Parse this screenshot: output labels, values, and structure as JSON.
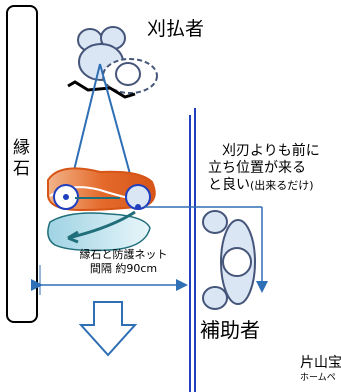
{
  "labels": {
    "curb_side": "縁石",
    "operator": "刈払者",
    "assistant": "補助者",
    "position_note": [
      "刈刃よりも前に",
      "立ち位置が来る",
      "と良い"
    ],
    "position_note_suffix": "(出来るだけ)",
    "gap_note": [
      "縁石と防護ネット",
      "間隔 約90cm"
    ],
    "credit": [
      "片山宝",
      "ホームペ"
    ]
  },
  "colors": {
    "line_blue": "#2e6fb5",
    "net_blue": "#1f3fbf",
    "blade_orange": "#e07a3a",
    "blade_teal": "#1f6e7a",
    "blade_fill": "#bfe3ec",
    "figure_stroke": "#46567a",
    "figure_fill": "#dbe6f5"
  }
}
